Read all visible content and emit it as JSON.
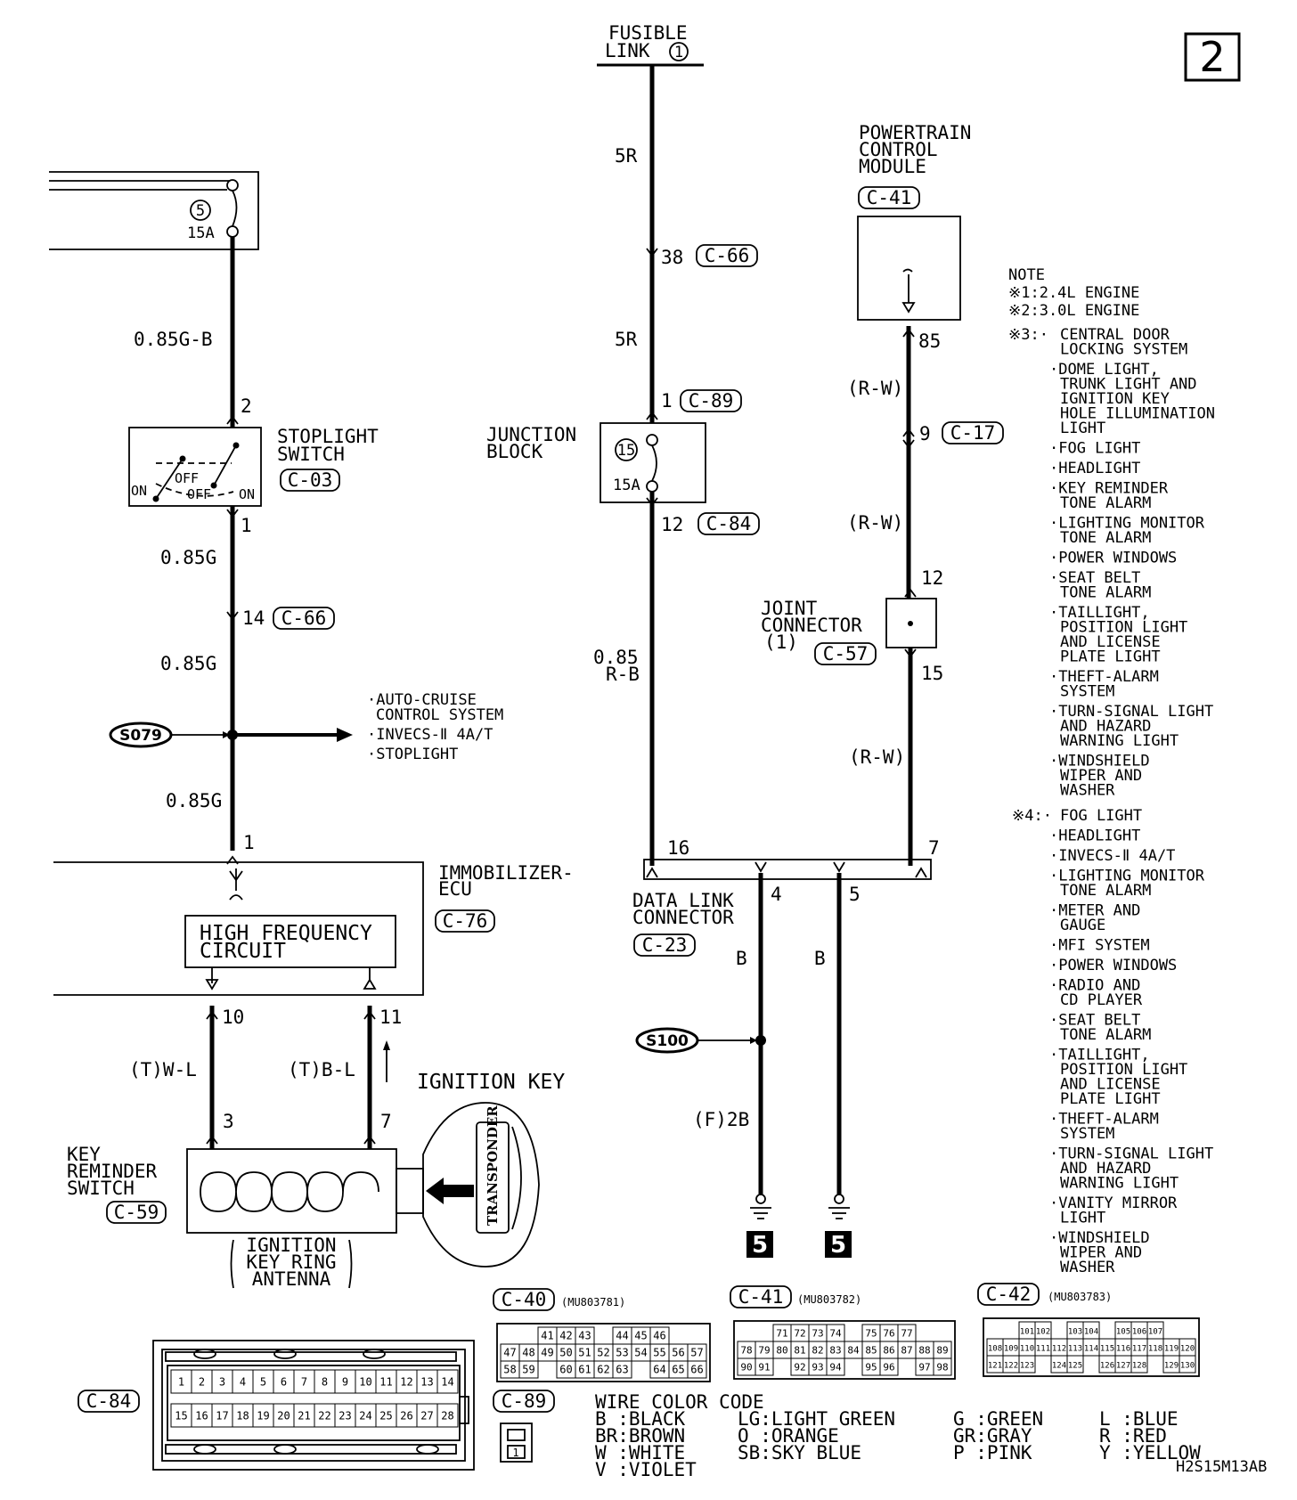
{
  "page_label": "2",
  "fusible_link": {
    "line1": "FUSIBLE",
    "line2": "LINK",
    "num": "1"
  },
  "fuse5": {
    "num": "5",
    "rating": "15A",
    "wire": "0.85G-B"
  },
  "stoplight_switch": {
    "line1": "STOPLIGHT",
    "line2": "SWITCH",
    "connector": "C-03",
    "pin_top": "2",
    "pin_bottom": "1",
    "labels": {
      "on_left": "ON",
      "off_top": "OFF",
      "off_bottom": "OFF",
      "on_right": "ON"
    }
  },
  "left_wires": {
    "w1": "0.85G",
    "pin14": "14",
    "c66": "C-66",
    "w2": "0.85G",
    "splice": "S079",
    "dest": [
      "·AUTO-CRUISE",
      "CONTROL SYSTEM",
      "·INVECS-Ⅱ 4A/T",
      "·STOPLIGHT"
    ],
    "w3": "0.85G",
    "pin1": "1"
  },
  "immobilizer": {
    "line1": "IMMOBILIZER-",
    "line2": "ECU",
    "connector": "C-76",
    "hf_line1": "HIGH FREQUENCY",
    "hf_line2": "CIRCUIT",
    "pin10": "10",
    "pin11": "11",
    "wire10": "(T)W-L",
    "wire11": "(T)B-L"
  },
  "key_reminder": {
    "line1": "KEY",
    "line2": "REMINDER",
    "line3": "SWITCH",
    "connector": "C-59",
    "pin3": "3",
    "pin7": "7",
    "antenna1": "IGNITION",
    "antenna2": "KEY RING",
    "antenna3": "ANTENNA"
  },
  "ignition_key": {
    "label": "IGNITION KEY",
    "transponder": "TRANSPONDER"
  },
  "center": {
    "w5r_top": "5R",
    "pin38": "38",
    "c66": "C-66",
    "w5r_mid": "5R",
    "pin1": "1",
    "c89": "C-89",
    "jb_line1": "JUNCTION",
    "jb_line2": "BLOCK",
    "fuse15_num": "15",
    "fuse15_rating": "15A",
    "pin12": "12",
    "c84": "C-84",
    "w085_1": "0.85",
    "w085_2": "R-B"
  },
  "pcm": {
    "line1": "POWERTRAIN",
    "line2": "CONTROL",
    "line3": "MODULE",
    "connector": "C-41",
    "pin85": "85"
  },
  "right_wires": {
    "rw1": "(R-W)",
    "pin9": "9",
    "c17": "C-17",
    "rw2": "(R-W)",
    "pin12": "12",
    "jc_line1": "JOINT",
    "jc_line2": "CONNECTOR",
    "jc_line3": "(1)",
    "c57": "C-57",
    "pin15": "15",
    "rw3": "(R-W)"
  },
  "dlc": {
    "line1": "DATA LINK",
    "line2": "CONNECTOR",
    "connector": "C-23",
    "pin16": "16",
    "pin7": "7",
    "pin4": "4",
    "pin5": "5",
    "wire4": "B",
    "wire5": "B",
    "splice": "S100",
    "wire_f": "(F)2B",
    "ground_left": "5",
    "ground_right": "5"
  },
  "notes": {
    "title": "NOTE",
    "n1": "※1:2.4L ENGINE",
    "n2": "※2:3.0L ENGINE",
    "n3_head": "※3:·",
    "n3_items": [
      "CENTRAL DOOR",
      "LOCKING SYSTEM",
      "·DOME LIGHT,",
      "TRUNK LIGHT AND",
      "IGNITION KEY",
      "HOLE ILLUMINATION",
      "LIGHT",
      "·FOG LIGHT",
      "·HEADLIGHT",
      "·KEY REMINDER",
      "TONE ALARM",
      "·LIGHTING MONITOR",
      "TONE ALARM",
      "·POWER WINDOWS",
      "·SEAT BELT",
      "TONE ALARM",
      "·TAILLIGHT,",
      "POSITION LIGHT",
      "AND LICENSE",
      "PLATE LIGHT",
      "·THEFT-ALARM",
      "SYSTEM",
      "·TURN-SIGNAL LIGHT",
      "AND HAZARD",
      "WARNING LIGHT",
      "·WINDSHIELD",
      "WIPER AND",
      "WASHER"
    ],
    "n4_head": "※4:·",
    "n4_items": [
      "FOG LIGHT",
      "·HEADLIGHT",
      "·INVECS-Ⅱ 4A/T",
      "·LIGHTING MONITOR",
      "TONE ALARM",
      "·METER AND",
      "GAUGE",
      "·MFI SYSTEM",
      "·POWER WINDOWS",
      "·RADIO AND",
      "CD PLAYER",
      "·SEAT BELT",
      "TONE ALARM",
      "·TAILLIGHT,",
      "POSITION LIGHT",
      "AND LICENSE",
      "PLATE LIGHT",
      "·THEFT-ALARM",
      "SYSTEM",
      "·TURN-SIGNAL LIGHT",
      "AND HAZARD",
      "WARNING LIGHT",
      "·VANITY MIRROR",
      "LIGHT",
      "·WINDSHIELD",
      "WIPER AND",
      "WASHER"
    ]
  },
  "connectors": {
    "c40": {
      "name": "C-40",
      "part": "(MU803781)",
      "row1": [
        "41",
        "42",
        "43",
        "",
        "44",
        "45",
        "46"
      ],
      "row2": [
        "47",
        "48",
        "49",
        "50",
        "51",
        "52",
        "53",
        "54",
        "55",
        "56",
        "57"
      ],
      "row3": [
        "58",
        "59",
        "",
        "60",
        "61",
        "62",
        "63",
        "",
        "64",
        "65",
        "66"
      ]
    },
    "c41": {
      "name": "C-41",
      "part": "(MU803782)",
      "row1": [
        "71",
        "72",
        "73",
        "74",
        "",
        "75",
        "76",
        "77"
      ],
      "row2": [
        "78",
        "79",
        "80",
        "81",
        "82",
        "83",
        "84",
        "85",
        "86",
        "87",
        "88",
        "89"
      ],
      "row3": [
        "90",
        "91",
        "",
        "92",
        "93",
        "94",
        "",
        "95",
        "96",
        "",
        "97",
        "98"
      ]
    },
    "c42": {
      "name": "C-42",
      "part": "(MU803783)",
      "row1": [
        "101",
        "102",
        "",
        "103",
        "104",
        "",
        "105",
        "106",
        "107"
      ],
      "row2": [
        "108",
        "109",
        "110",
        "111",
        "112",
        "113",
        "114",
        "115",
        "116",
        "117",
        "118",
        "119",
        "120"
      ],
      "row3": [
        "121",
        "122",
        "123",
        "",
        "124",
        "125",
        "",
        "126",
        "127",
        "128",
        "",
        "129",
        "130"
      ]
    },
    "c84": {
      "name": "C-84",
      "row1": [
        "1",
        "2",
        "3",
        "4",
        "5",
        "6",
        "7",
        "8",
        "9",
        "10",
        "11",
        "12",
        "13",
        "14"
      ],
      "row2": [
        "15",
        "16",
        "17",
        "18",
        "19",
        "20",
        "21",
        "22",
        "23",
        "24",
        "25",
        "26",
        "27",
        "28"
      ]
    },
    "c89": {
      "name": "C-89",
      "pin": "1"
    }
  },
  "wire_color_code": {
    "title": "WIRE COLOR CODE",
    "col1": [
      "B :BLACK",
      "BR:BROWN",
      "W :WHITE",
      "V :VIOLET"
    ],
    "col2": [
      "LG:LIGHT GREEN",
      "O :ORANGE",
      "SB:SKY BLUE"
    ],
    "col3": [
      "G :GREEN",
      "GR:GRAY",
      "P :PINK"
    ],
    "col4": [
      "L :BLUE",
      "R :RED",
      "Y :YELLOW"
    ]
  },
  "figure_code": "H2S15M13AB"
}
